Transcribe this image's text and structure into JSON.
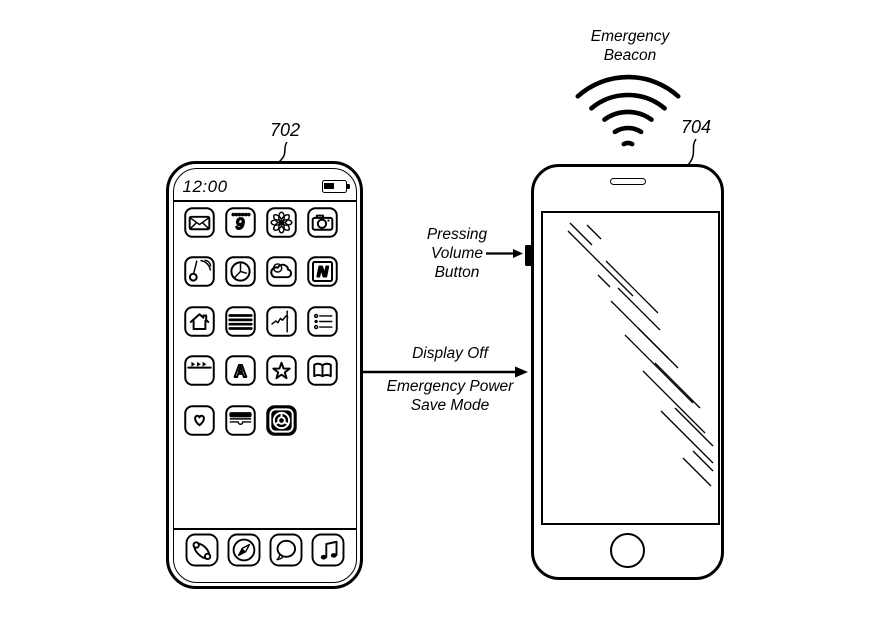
{
  "figure": {
    "background": "#ffffff",
    "ink": "#000000"
  },
  "left_phone": {
    "ref_label": "702",
    "status_bar": {
      "time": "12:00",
      "battery_icon": "battery-half-icon"
    },
    "app_grid": [
      [
        "mail",
        "calendar",
        "photos",
        "camera"
      ],
      [
        "balloon",
        "clock",
        "weather",
        "news"
      ],
      [
        "home",
        "notes",
        "stocks",
        "reminders"
      ],
      [
        "video",
        "app-store",
        "favorites",
        "books"
      ],
      [
        "health",
        "wallet",
        "settings"
      ]
    ],
    "calendar_day": "9",
    "news_letter": "N",
    "app_store_letter": "A",
    "dock": [
      "phone",
      "browser",
      "messages",
      "music"
    ]
  },
  "right_phone": {
    "ref_label": "704",
    "beacon_label": "Emergency\nBeacon",
    "screen_state": "display-off-glare"
  },
  "annotations": {
    "volume_label": "Pressing\nVolume\nButton",
    "display_off": "Display Off",
    "power_save": "Emergency Power\nSave Mode"
  }
}
